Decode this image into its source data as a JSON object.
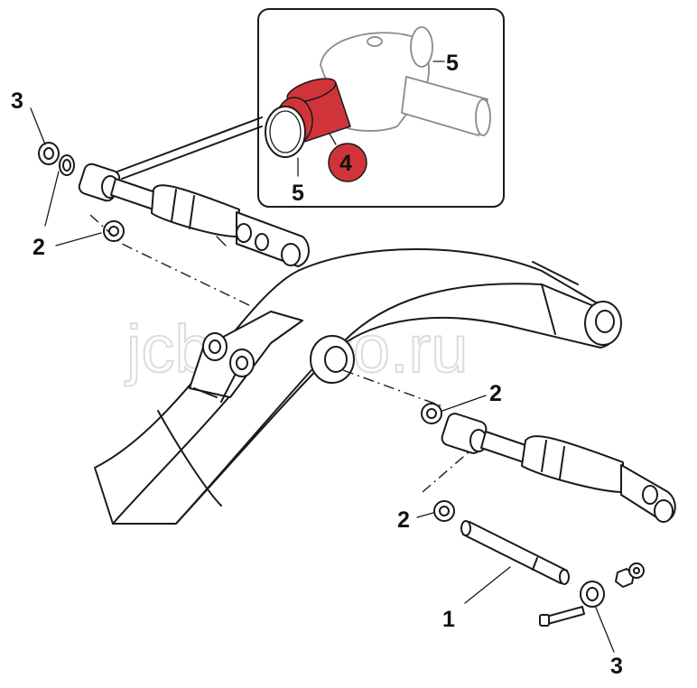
{
  "watermark": "jcb-volvo.ru",
  "callouts": {
    "upper_left_3": "3",
    "upper_left_2": "2",
    "inset_top_5": "5",
    "inset_bottom_5": "5",
    "inset_4": "4",
    "right_2": "2",
    "lower_2": "2",
    "pin_1": "1",
    "bottom_3": "3"
  },
  "colors": {
    "highlight": "#d0343a",
    "line": "#1a1a1a",
    "watermark": "#dcdcdc"
  }
}
